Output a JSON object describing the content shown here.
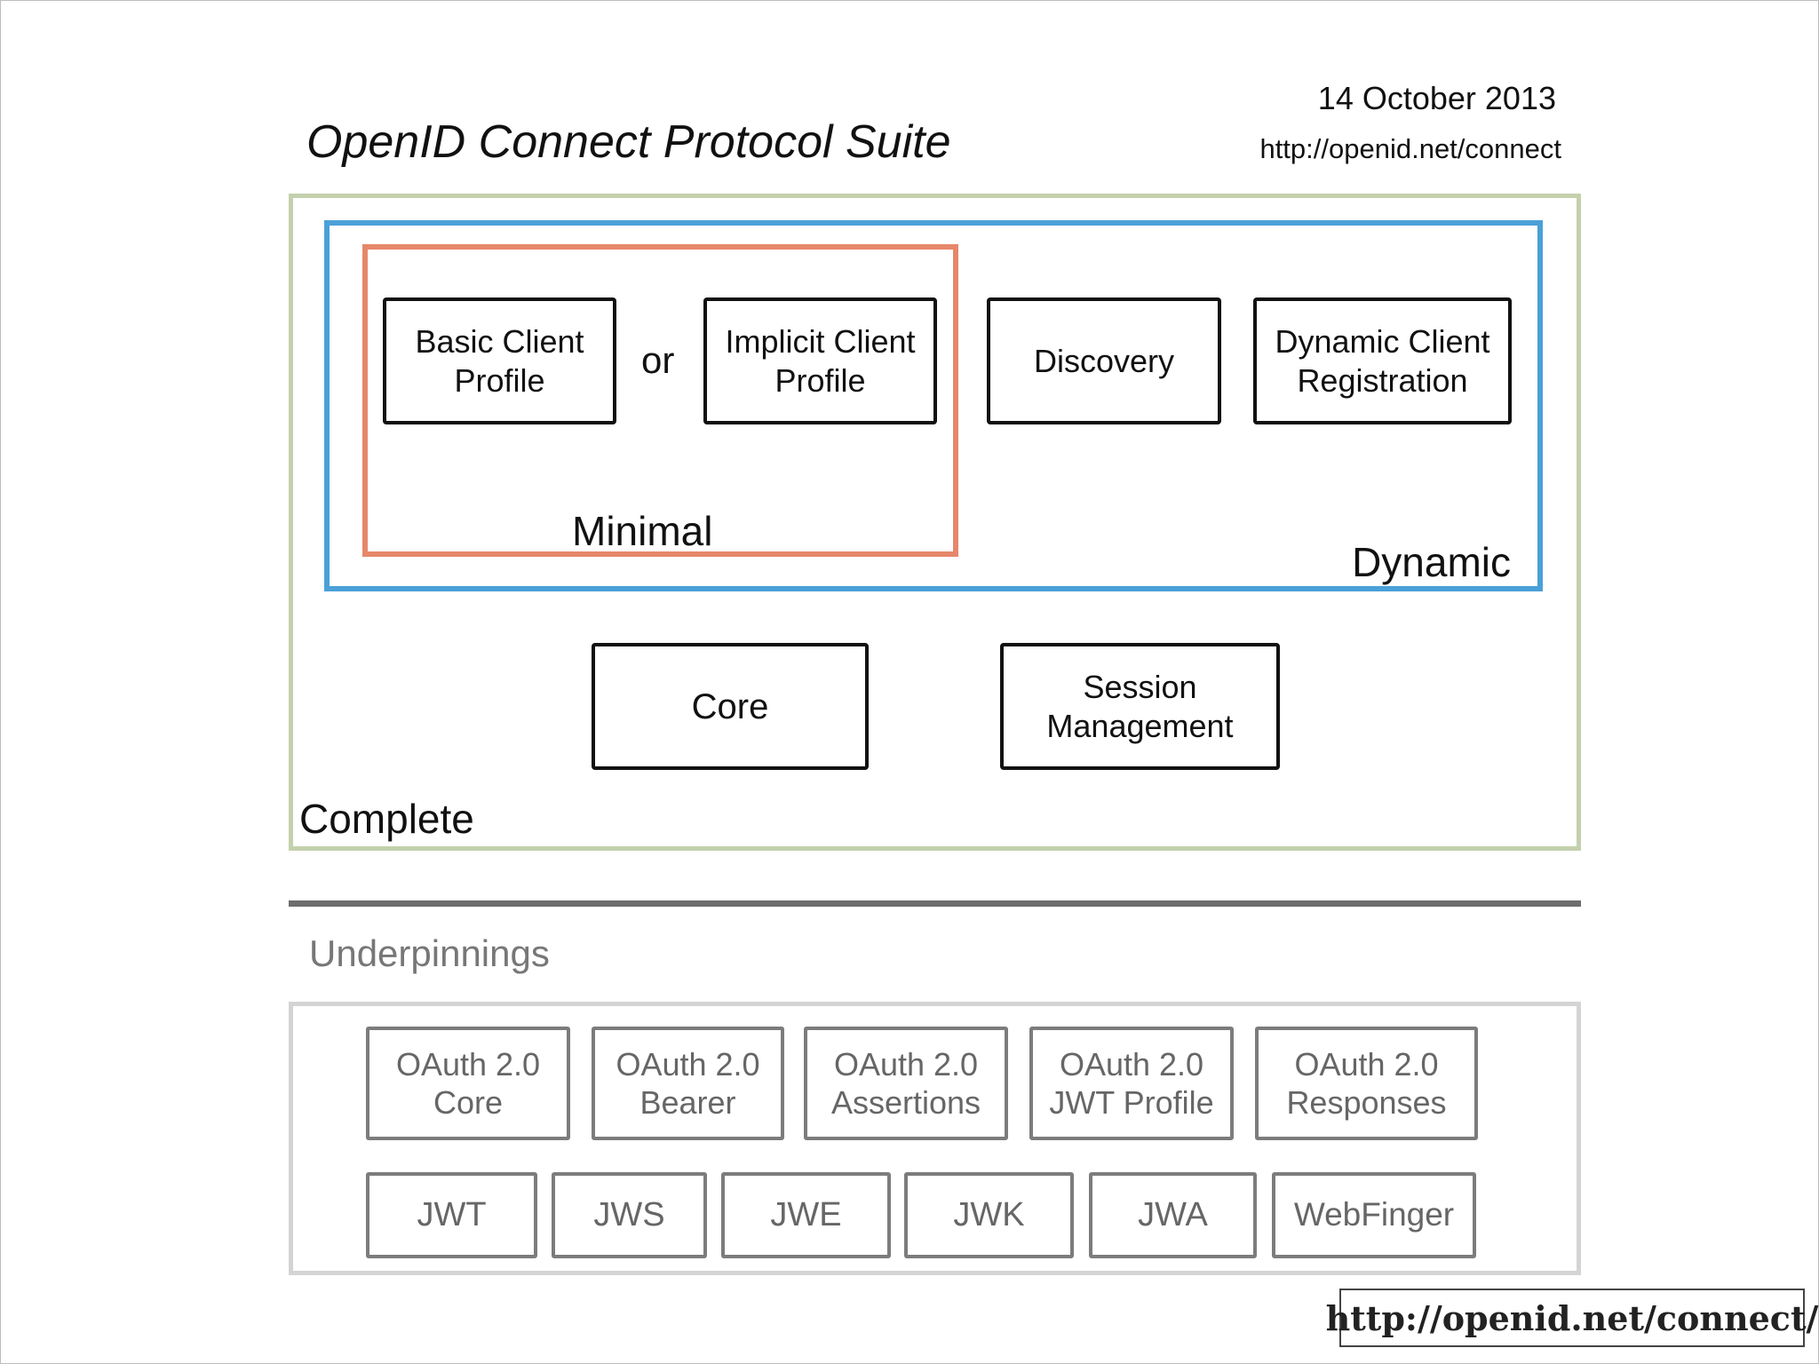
{
  "header": {
    "title": "OpenID Connect Protocol Suite",
    "date": "14 October 2013",
    "url": "http://openid.net/connect"
  },
  "regions": {
    "complete": "Complete",
    "dynamic": "Dynamic",
    "minimal": "Minimal"
  },
  "boxes": {
    "basic_client_profile": "Basic Client\nProfile",
    "or": "or",
    "implicit_client_profile": "Implicit Client\nProfile",
    "discovery": "Discovery",
    "dynamic_client_registration": "Dynamic Client\nRegistration",
    "core": "Core",
    "session_management": "Session\nManagement"
  },
  "underpinnings": {
    "label": "Underpinnings",
    "row1": [
      "OAuth 2.0\nCore",
      "OAuth 2.0\nBearer",
      "OAuth 2.0\nAssertions",
      "OAuth 2.0\nJWT Profile",
      "OAuth 2.0\nResponses"
    ],
    "row2": [
      "JWT",
      "JWS",
      "JWE",
      "JWK",
      "JWA",
      "WebFinger"
    ]
  },
  "watermark": "http://openid.net/connect/",
  "colors": {
    "complete_border": "#c4d1ad",
    "dynamic_border": "#4aa0d8",
    "minimal_border": "#e6876a"
  }
}
